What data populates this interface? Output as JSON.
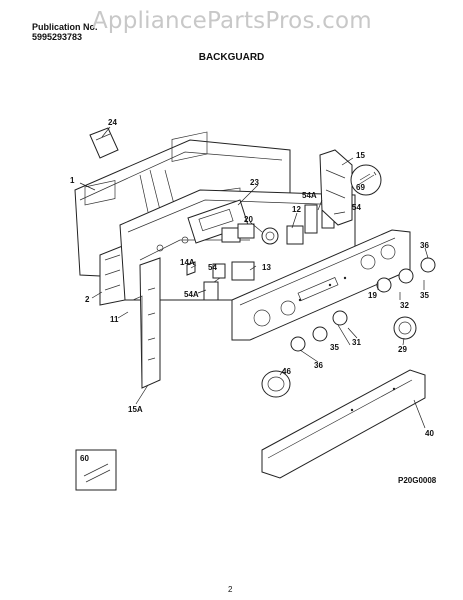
{
  "header": {
    "publication_label": "Publication No.",
    "publication_number": "5995293783",
    "watermark": "AppliancePartsPros.com"
  },
  "section_title": "BACKGUARD",
  "figure_code": "P20G0008",
  "page_number": "2",
  "callouts": [
    {
      "id": "c1",
      "label": "1"
    },
    {
      "id": "c2",
      "label": "2"
    },
    {
      "id": "c11",
      "label": "11"
    },
    {
      "id": "c12",
      "label": "12"
    },
    {
      "id": "c13",
      "label": "13"
    },
    {
      "id": "c14a",
      "label": "14A"
    },
    {
      "id": "c15",
      "label": "15"
    },
    {
      "id": "c15a",
      "label": "15A"
    },
    {
      "id": "c19",
      "label": "19"
    },
    {
      "id": "c20",
      "label": "20"
    },
    {
      "id": "c23",
      "label": "23"
    },
    {
      "id": "c24",
      "label": "24"
    },
    {
      "id": "c29",
      "label": "29"
    },
    {
      "id": "c31",
      "label": "31"
    },
    {
      "id": "c32",
      "label": "32"
    },
    {
      "id": "c35a",
      "label": "35"
    },
    {
      "id": "c35b",
      "label": "35"
    },
    {
      "id": "c36a",
      "label": "36"
    },
    {
      "id": "c36b",
      "label": "36"
    },
    {
      "id": "c40",
      "label": "40"
    },
    {
      "id": "c46",
      "label": "46"
    },
    {
      "id": "c54a",
      "label": "54"
    },
    {
      "id": "c54b",
      "label": "54"
    },
    {
      "id": "c54Aa",
      "label": "54A"
    },
    {
      "id": "c54Ab",
      "label": "54A"
    },
    {
      "id": "c60",
      "label": "60"
    },
    {
      "id": "c69",
      "label": "69"
    }
  ]
}
